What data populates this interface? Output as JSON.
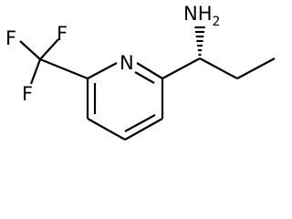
{
  "structure": {
    "atoms": {
      "amine": {
        "main": "NH",
        "sub": "2"
      },
      "ring_nitrogen": "N",
      "fluorine_top_left": "F",
      "fluorine_top_right": "F",
      "fluorine_left": "F"
    }
  }
}
